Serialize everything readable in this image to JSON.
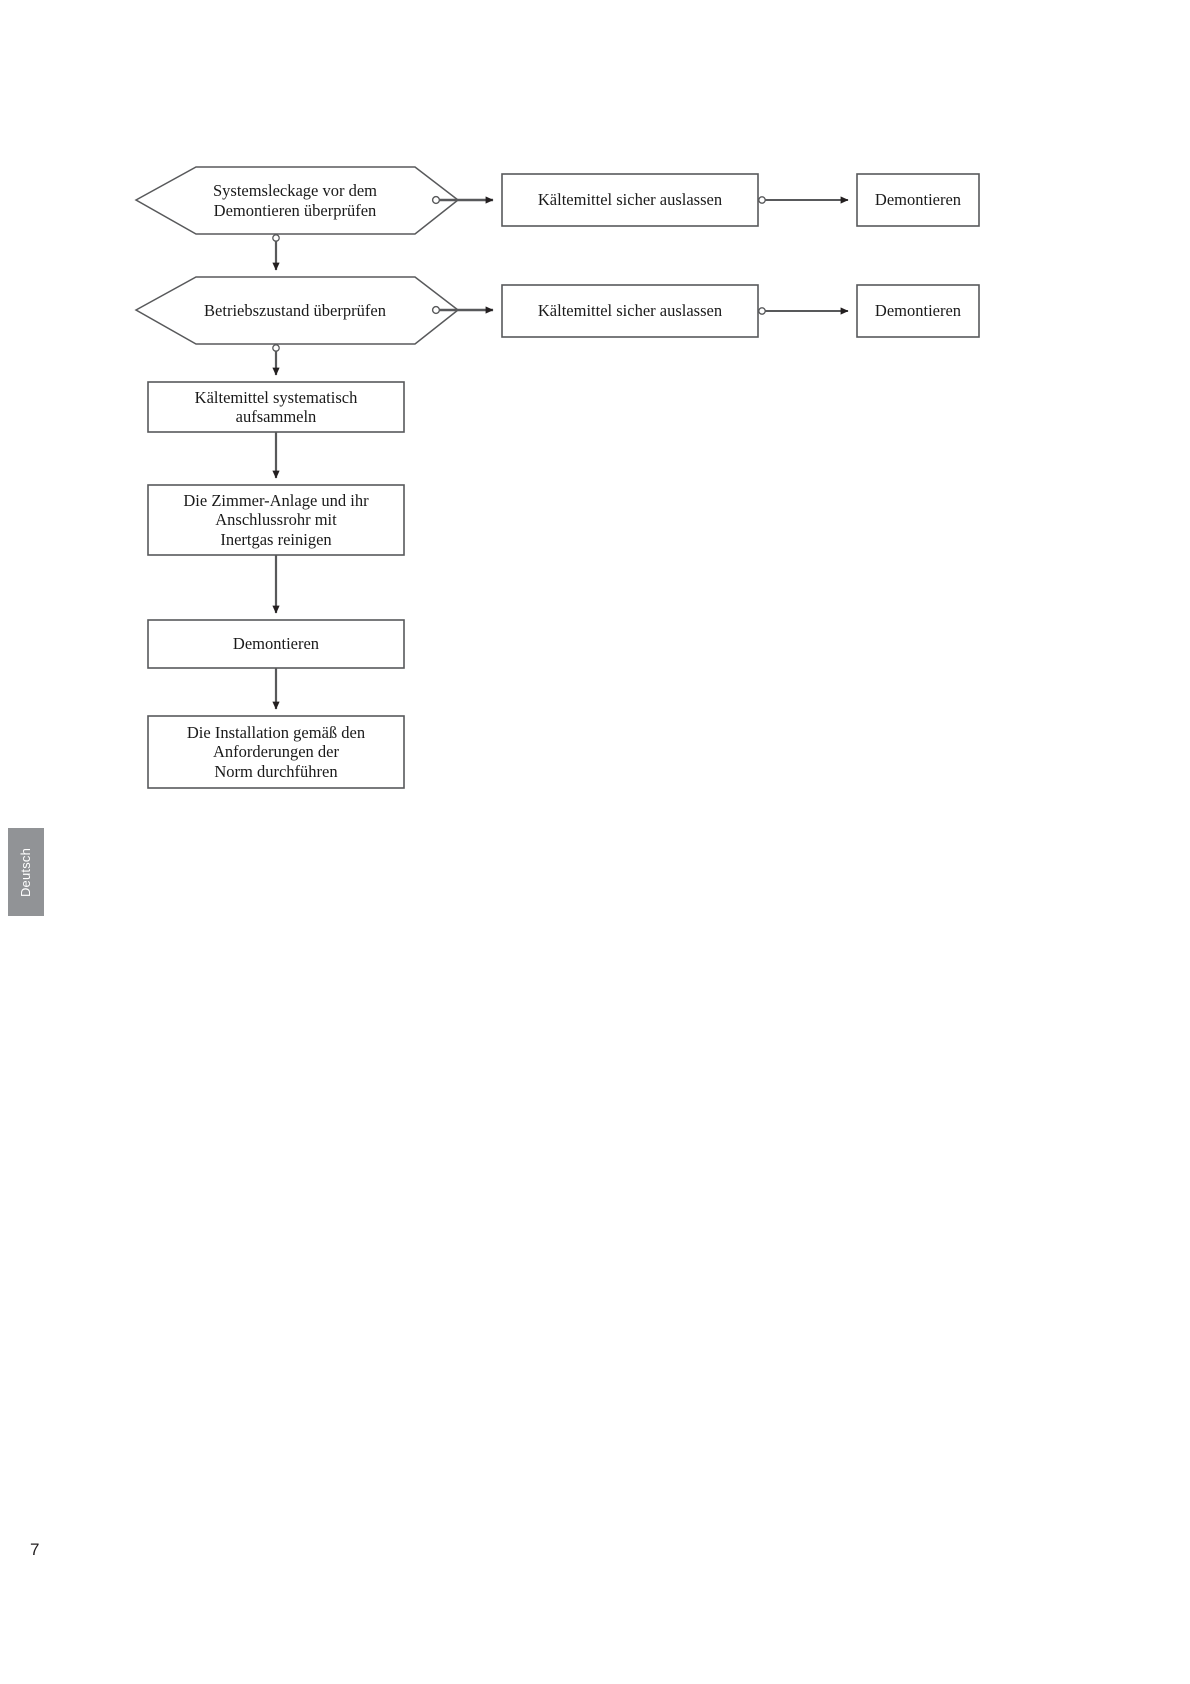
{
  "page": {
    "number": "7",
    "side_tab_label": "Deutsch",
    "background_color": "#ffffff",
    "tab_color": "#919396",
    "line_color": "#58595b",
    "text_color": "#1a1a1a"
  },
  "flowchart": {
    "type": "flowchart",
    "title": "",
    "nodes": [
      {
        "id": "d1",
        "shape": "hexagon",
        "label": "Systemsleckage vor dem\nDemontieren überprüfen",
        "lines": [
          "Systemsleckage vor dem",
          "Demontieren überprüfen"
        ]
      },
      {
        "id": "p1",
        "shape": "rectangle",
        "label": "Kältemittel sicher auslassen",
        "lines": [
          "Kältemittel sicher auslassen"
        ]
      },
      {
        "id": "p2",
        "shape": "rectangle",
        "label": "Demontieren",
        "lines": [
          "Demontieren"
        ]
      },
      {
        "id": "d2",
        "shape": "hexagon",
        "label": "Betriebszustand überprüfen",
        "lines": [
          "Betriebszustand überprüfen"
        ]
      },
      {
        "id": "p3",
        "shape": "rectangle",
        "label": "Kältemittel sicher auslassen",
        "lines": [
          "Kältemittel sicher auslassen"
        ]
      },
      {
        "id": "p4",
        "shape": "rectangle",
        "label": "Demontieren",
        "lines": [
          "Demontieren"
        ]
      },
      {
        "id": "p5",
        "shape": "rectangle",
        "label": "Kältemittel systematisch\naufsammeln",
        "lines": [
          "Kältemittel systematisch",
          "aufsammeln"
        ]
      },
      {
        "id": "p6",
        "shape": "rectangle",
        "label": "Die Zimmer-Anlage und ihr\nAnschlussrohr  mit\nInertgas reinigen",
        "lines": [
          "Die Zimmer-Anlage und ihr",
          "Anschlussrohr  mit",
          "Inertgas reinigen"
        ]
      },
      {
        "id": "p7",
        "shape": "rectangle",
        "label": "Demontieren",
        "lines": [
          "Demontieren"
        ]
      },
      {
        "id": "p8",
        "shape": "rectangle",
        "label": "Die Installation gemäß den\nAnforderungen der\nNorm durchführen",
        "lines": [
          "Die Installation gemäß den",
          "Anforderungen der",
          "Norm durchführen"
        ]
      }
    ],
    "edges": [
      {
        "from": "d1",
        "to": "p1",
        "direction": "right"
      },
      {
        "from": "p1",
        "to": "p2",
        "direction": "right"
      },
      {
        "from": "d1",
        "to": "d2",
        "direction": "down"
      },
      {
        "from": "d2",
        "to": "p3",
        "direction": "right"
      },
      {
        "from": "p3",
        "to": "p4",
        "direction": "right"
      },
      {
        "from": "d2",
        "to": "p5",
        "direction": "down"
      },
      {
        "from": "p5",
        "to": "p6",
        "direction": "down"
      },
      {
        "from": "p6",
        "to": "p7",
        "direction": "down"
      },
      {
        "from": "p7",
        "to": "p8",
        "direction": "down"
      }
    ]
  }
}
